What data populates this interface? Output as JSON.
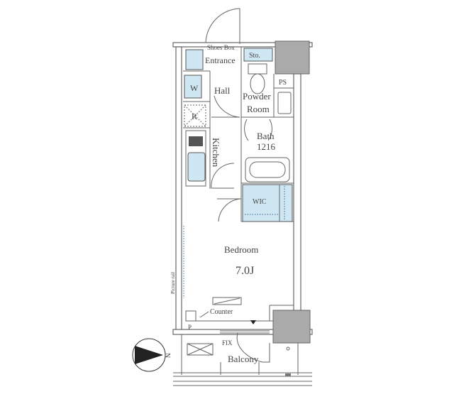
{
  "plan": {
    "labels": {
      "shoes_box": "Shoes Box",
      "entrance": "Entrance",
      "storage": "Sto.",
      "pipe_space": "PS",
      "washer": "W",
      "hall": "Hall",
      "powder_room_1": "Powder",
      "powder_room_2": "Room",
      "refrigerator": "R",
      "kitchen": "Kitchen",
      "bath": "Bath",
      "bath_size": "1216",
      "wic": "WIC",
      "bedroom": "Bedroom",
      "bedroom_size": "7.0J",
      "picture_rail": "Picture rail",
      "counter": "Counter",
      "p": "P",
      "fix": "FIX",
      "balcony": "Balcony",
      "north": "N"
    },
    "colors": {
      "fixture_fill": "#cfe6f3",
      "column_fill": "#aaaaaa"
    }
  }
}
